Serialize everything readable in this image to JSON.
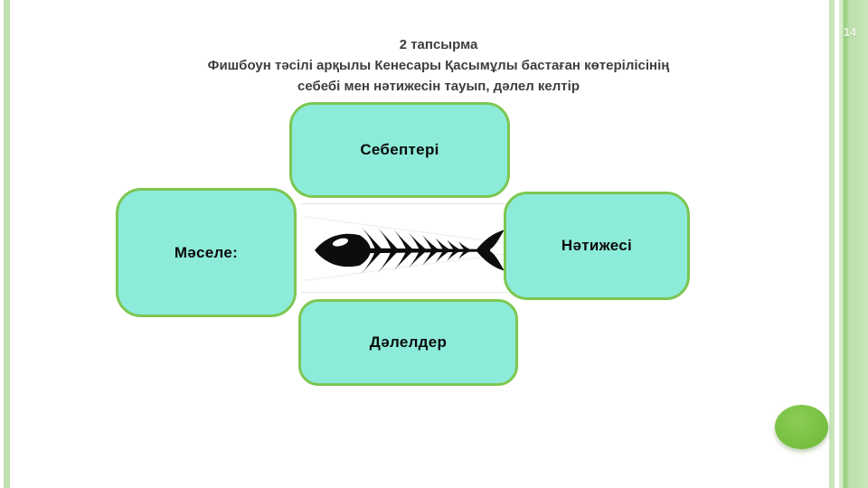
{
  "slide": {
    "page_number": "14",
    "title": {
      "line1": "2 тапсырма",
      "line2": "Фишбоун тәсілі арқылы Кенесары Қасымұлы бастаған көтерілісінің",
      "line3": "себебі мен нәтижесін тауып, дәлел келтір"
    }
  },
  "diagram": {
    "top_box_label": "Себептері",
    "left_box_label": "Мәселе:",
    "right_box_label": "Нәтижесі",
    "bottom_box_label": "Дәлелдер",
    "center_icon": "fishbone-skeleton"
  },
  "colors": {
    "box_fill": "#8DEBDA",
    "box_border": "#7CC751",
    "accent_ellipse_green": "#79C244",
    "edge_stripe_green": "#BFE1B0",
    "title_text": "#3E3E3E"
  }
}
